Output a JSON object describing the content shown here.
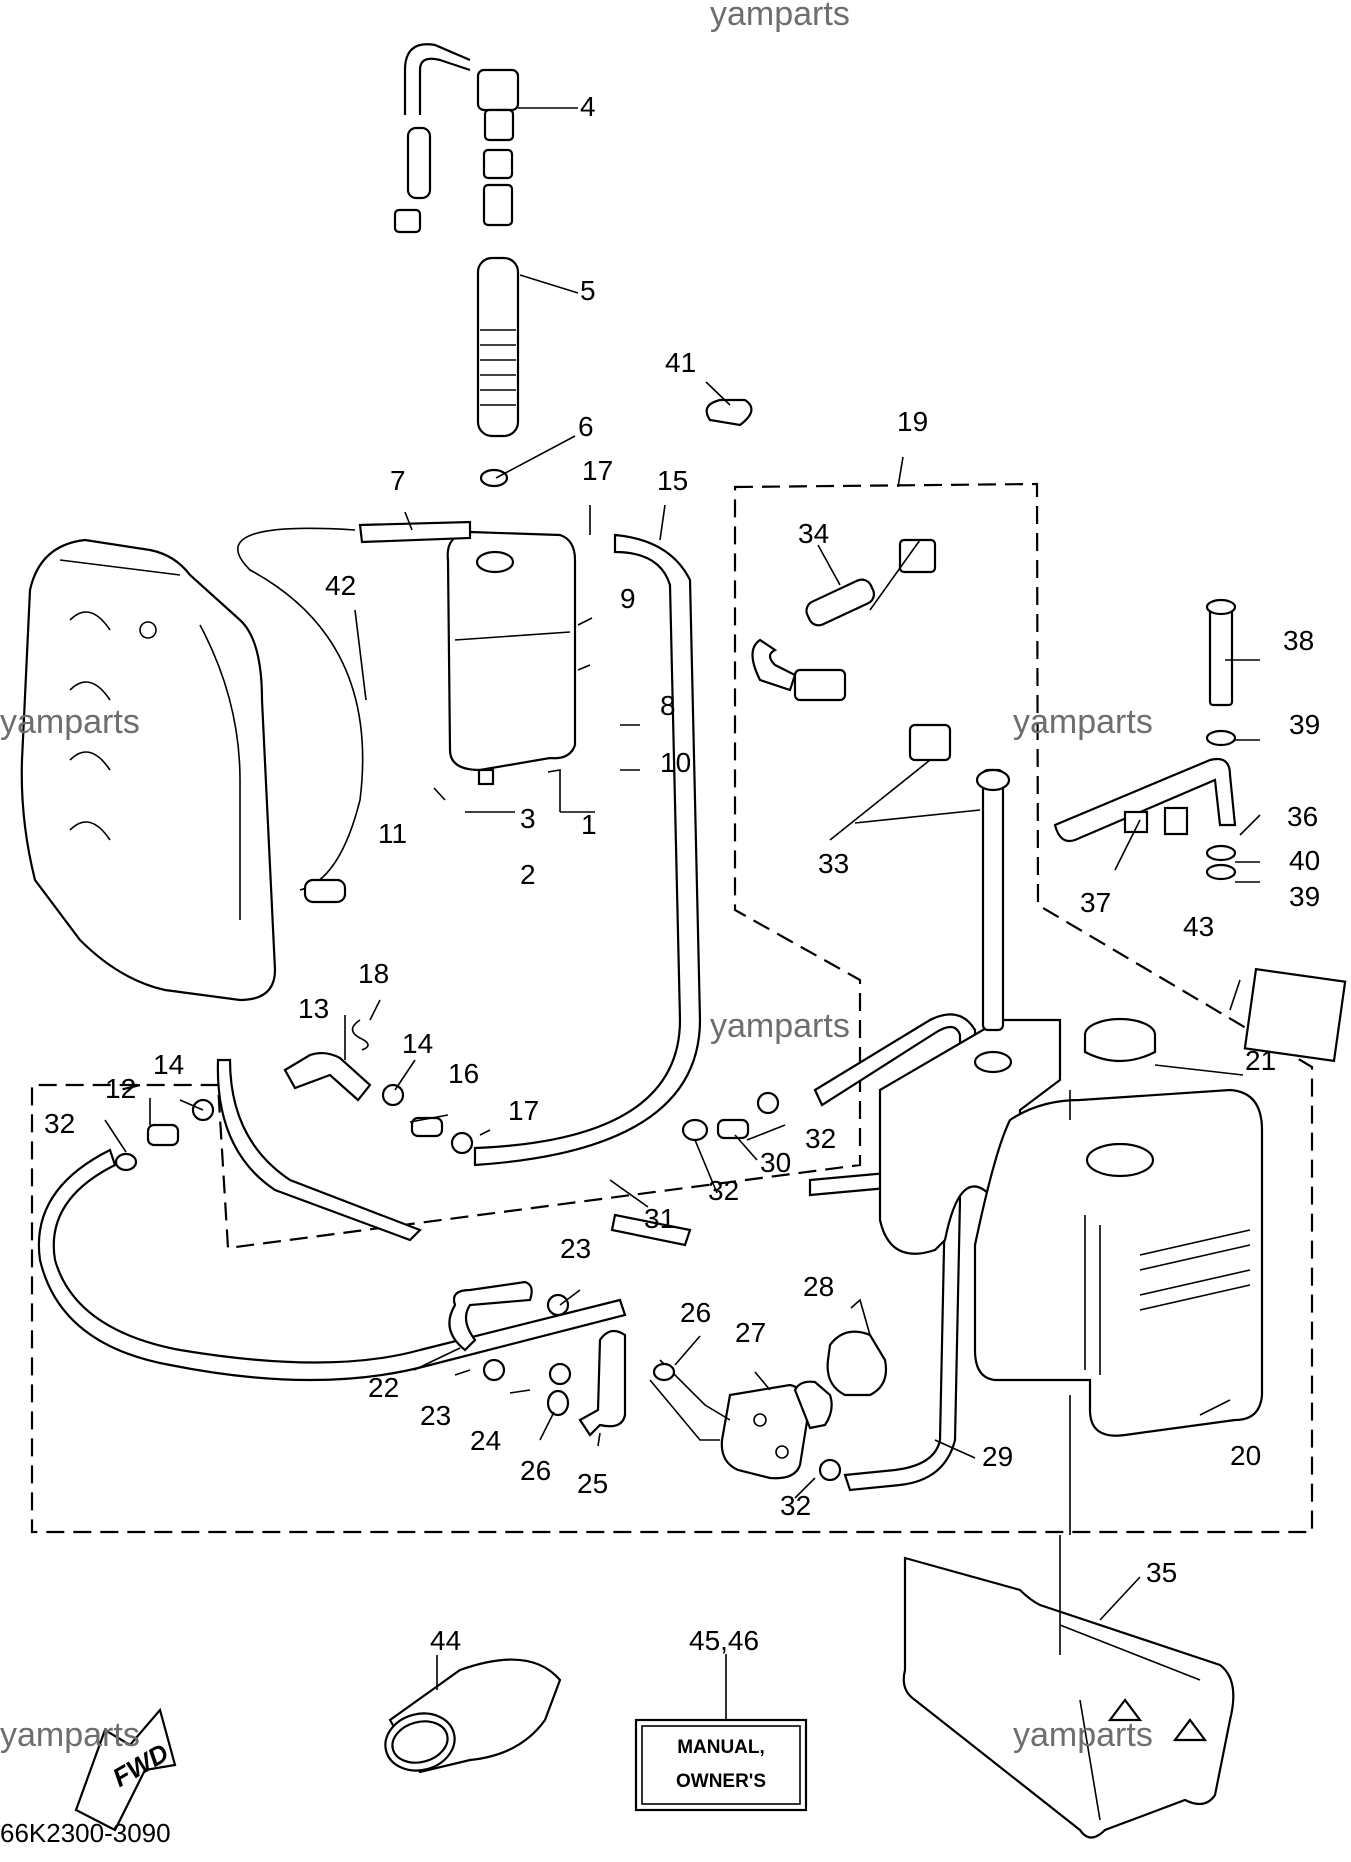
{
  "watermarks": [
    "yamparts",
    "yamparts",
    "yamparts",
    "yamparts",
    "yamparts",
    "yamparts"
  ],
  "diagram_code": "66K2300-3090",
  "fwd_label": "FWD",
  "manual_box": {
    "line1": "MANUAL,",
    "line2": "OWNER'S"
  },
  "callouts": [
    "4",
    "5",
    "41",
    "6",
    "19",
    "7",
    "17",
    "15",
    "42",
    "9",
    "34",
    "8",
    "10",
    "38",
    "39",
    "11",
    "3",
    "1",
    "33",
    "36",
    "40",
    "37",
    "39",
    "2",
    "43",
    "18",
    "13",
    "14",
    "16",
    "21",
    "14",
    "12",
    "17",
    "32",
    "32",
    "30",
    "32",
    "31",
    "23",
    "28",
    "26",
    "27",
    "22",
    "23",
    "24",
    "26",
    "25",
    "32",
    "29",
    "20",
    "35",
    "44",
    "45,46"
  ]
}
